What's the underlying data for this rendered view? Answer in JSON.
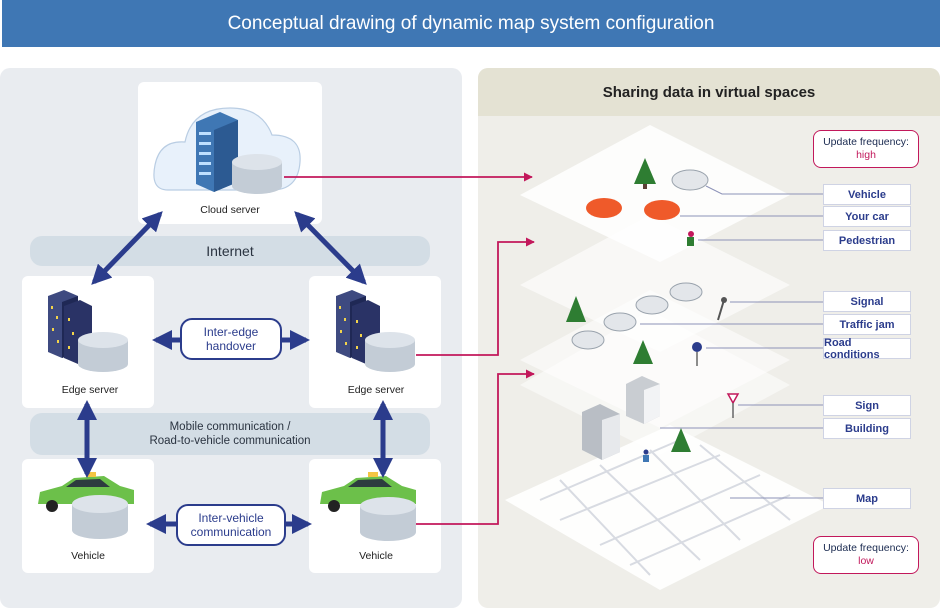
{
  "title": "Conceptual drawing of dynamic map system configuration",
  "right_heading": "Sharing data in virtual spaces",
  "left": {
    "cloud_server": "Cloud server",
    "internet": "Internet",
    "edge_server_left": "Edge server",
    "edge_server_right": "Edge server",
    "inter_edge": [
      "Inter-edge",
      "handover"
    ],
    "mobile_comm": [
      "Mobile communication /",
      "Road-to-vehicle communication"
    ],
    "vehicle_left": "Vehicle",
    "vehicle_right": "Vehicle",
    "inter_vehicle": [
      "Inter-vehicle",
      "communication"
    ]
  },
  "layer_labels": [
    "Vehicle",
    "Your car",
    "Pedestrian",
    "Signal",
    "Traffic jam",
    "Road conditions",
    "Sign",
    "Building",
    "Map"
  ],
  "update_high": {
    "label": "Update frequency:",
    "value": "high"
  },
  "update_low": {
    "label": "Update frequency:",
    "value": "low"
  },
  "colors": {
    "title_bar": "#3f77b4",
    "arrow": "#2b3c8c",
    "link_line": "#c2185b",
    "taxi": "#6cc04a",
    "car_orange": "#ef5a2a"
  },
  "icons": [
    "cloud-icon",
    "server-rack-icon",
    "database-icon",
    "taxi-icon",
    "car-icon",
    "tree-icon",
    "building-icon",
    "traffic-light-icon",
    "road-sign-icon",
    "pedestrian-icon"
  ]
}
